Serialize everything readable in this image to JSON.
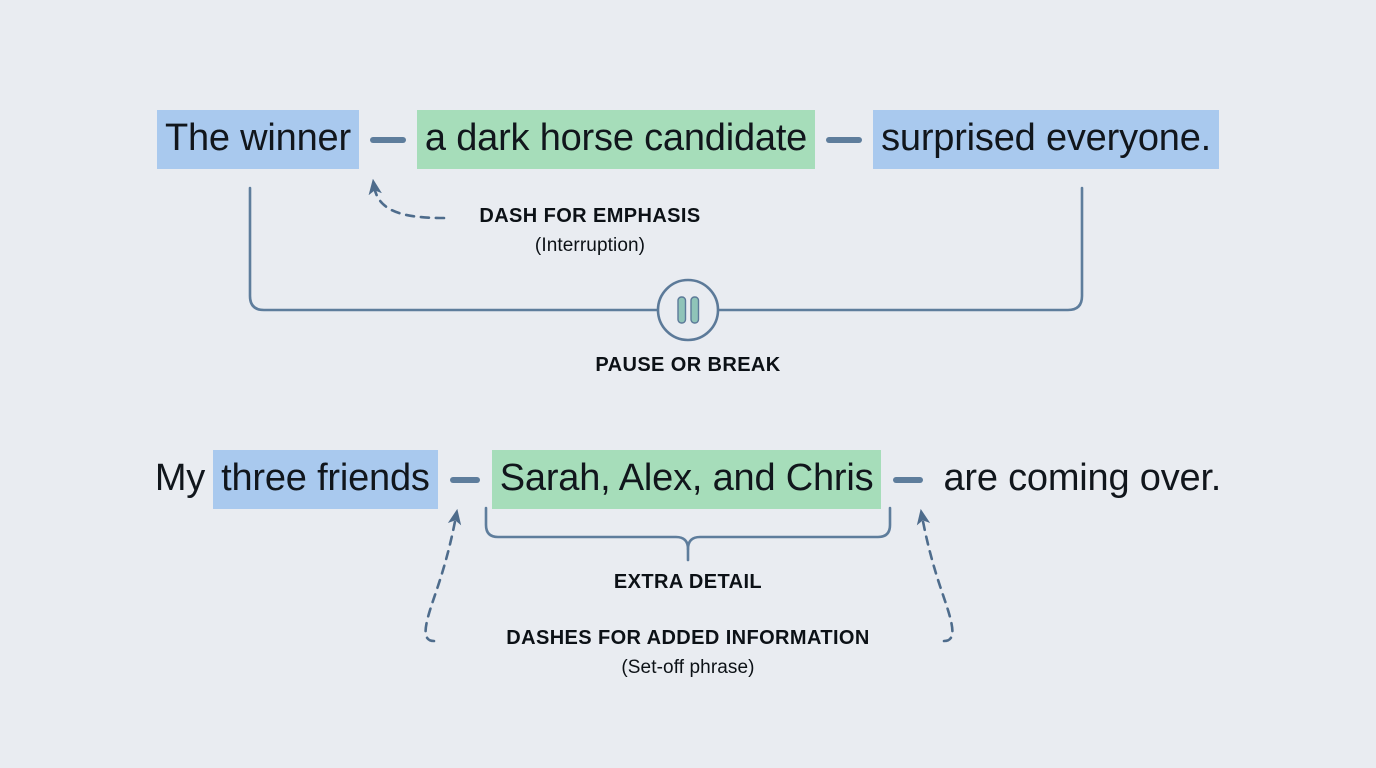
{
  "theme": {
    "background": "#e9ecf1",
    "highlight_blue": "#a9c9ee",
    "highlight_green": "#a6ddba",
    "connector": "#5e7d9c",
    "dash_color": "#5e7d9c",
    "text": "#11161c",
    "pause_icon_bar": "#8fc4b8",
    "pause_icon_ring": "#5c7a99"
  },
  "examples": [
    {
      "id": "sentence-1",
      "segments": [
        {
          "text": "The winner",
          "style": "hl-blue"
        },
        {
          "text": "a dark horse candidate",
          "style": "hl-green"
        },
        {
          "text": "surprised everyone.",
          "style": "hl-blue"
        }
      ],
      "annotations": {
        "dash_label_main": "DASH FOR EMPHASIS",
        "dash_label_sub": "(Interruption)",
        "span_label": "PAUSE OR BREAK",
        "span_icon": "pause-icon"
      }
    },
    {
      "id": "sentence-2",
      "segments": [
        {
          "text": "My",
          "style": "plain"
        },
        {
          "text": "three friends",
          "style": "hl-blue"
        },
        {
          "text": "Sarah, Alex, and Chris",
          "style": "hl-green"
        },
        {
          "text": "are coming over.",
          "style": "plain"
        }
      ],
      "annotations": {
        "brace_label": "EXTRA DETAIL",
        "dash_label_main": "DASHES FOR ADDED INFORMATION",
        "dash_label_sub": "(Set-off phrase)"
      }
    }
  ]
}
